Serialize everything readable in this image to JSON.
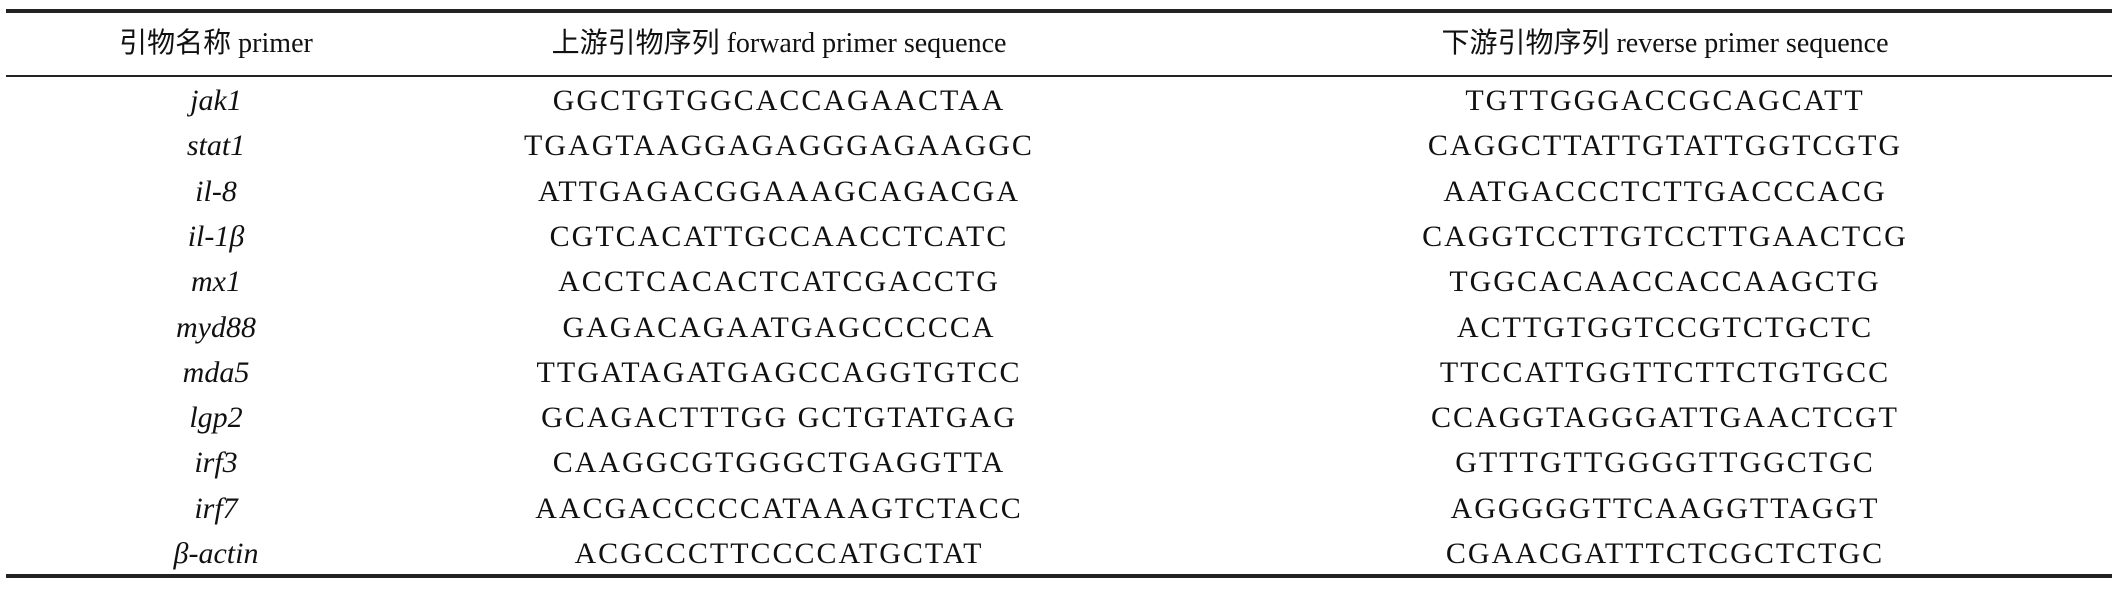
{
  "table": {
    "headers": [
      "引物名称 primer",
      "上游引物序列 forward primer sequence",
      "下游引物序列 reverse primer sequence"
    ],
    "rows": [
      {
        "primer": "jak1",
        "forward": "GGCTGTGGCACCAGAACTAA",
        "reverse": "TGTTGGGACCGCAGCATT"
      },
      {
        "primer": "stat1",
        "forward": "TGAGTAAGGAGAGGGAGAAGGC",
        "reverse": "CAGGCTTATTGTATTGGTCGTG"
      },
      {
        "primer": "il-8",
        "forward": "ATTGAGACGGAAAGCAGACGA",
        "reverse": "AATGACCCTCTTGACCCACG"
      },
      {
        "primer": "il-1β",
        "forward": "CGTCACATTGCCAACCTCATC",
        "reverse": "CAGGTCCTTGTCCTTGAACTCG"
      },
      {
        "primer": "mx1",
        "forward": "ACCTCACACTCATCGACCTG",
        "reverse": "TGGCACAACCACCAAGCTG"
      },
      {
        "primer": "myd88",
        "forward": "GAGACAGAATGAGCCCCCA",
        "reverse": "ACTTGTGGTCCGTCTGCTC"
      },
      {
        "primer": "mda5",
        "forward": "TTGATAGATGAGCCAGGTGTCC",
        "reverse": "TTCCATTGGTTCTTCTGTGCC"
      },
      {
        "primer": "lgp2",
        "forward": "GCAGACTTTGG GCTGTATGAG",
        "reverse": "CCAGGTAGGGATTGAACTCGT"
      },
      {
        "primer": "irf3",
        "forward": "CAAGGCGTGGGCTGAGGTTA",
        "reverse": "GTTTGTTGGGGTTGGCTGC"
      },
      {
        "primer": "irf7",
        "forward": "AACGACCCCCATAAAGTCTACC",
        "reverse": "AGGGGGTTCAAGGTTAGGT"
      },
      {
        "primer": "β-actin",
        "forward": "ACGCCCTTCCCCATGCTAT",
        "reverse": "CGAACGATTTCTCGCTCTGC"
      }
    ]
  }
}
